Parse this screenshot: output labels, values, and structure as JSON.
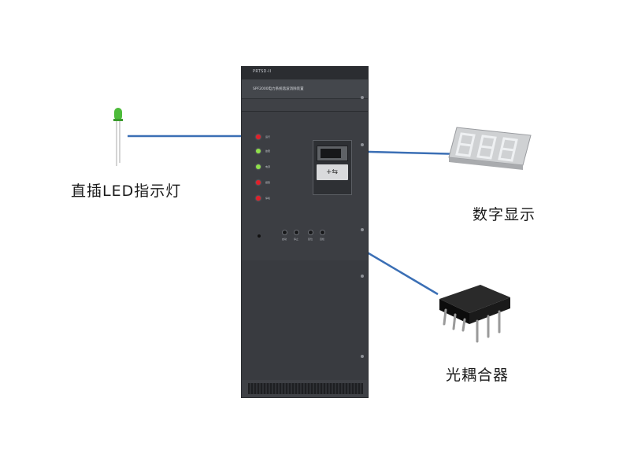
{
  "cabinet": {
    "model": "PRTSD-II",
    "title": "SPF2000电力系统谐波消除装置",
    "indicator_labels": [
      "运行",
      "故障",
      "电源",
      "报警",
      "停机"
    ],
    "indicator_colors": [
      "#e0202a",
      "#8fe04a",
      "#8fe04a",
      "#e0202a",
      "#e0202a"
    ],
    "keypad_glyph": "+⇆",
    "knob_labels": [
      "启动",
      "停止",
      "复位",
      "自检"
    ]
  },
  "labels": {
    "led": "直插LED指示灯",
    "digital": "数字显示",
    "optocoupler": "光耦合器"
  },
  "colors": {
    "line": "#3b6fb5",
    "led_body": "#4dbb3a",
    "seg_body": "#cfd1d3",
    "opto_body": "#141414"
  }
}
